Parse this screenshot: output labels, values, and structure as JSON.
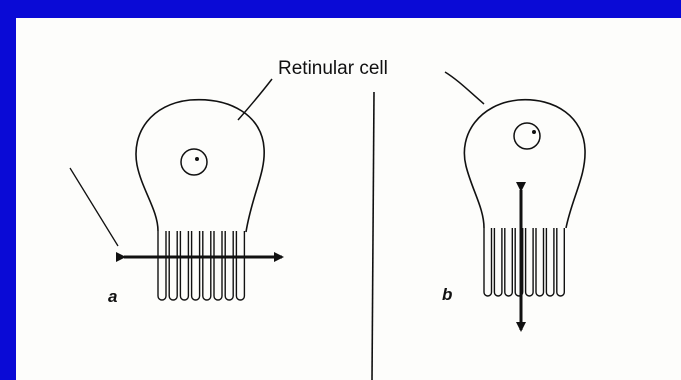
{
  "figure": {
    "title_label": "Retinular cell",
    "panel_a_label": "a",
    "panel_b_label": "b"
  },
  "colors": {
    "frame": "#0a0ad6",
    "paper": "#fdfdfb",
    "ink": "#111111"
  }
}
